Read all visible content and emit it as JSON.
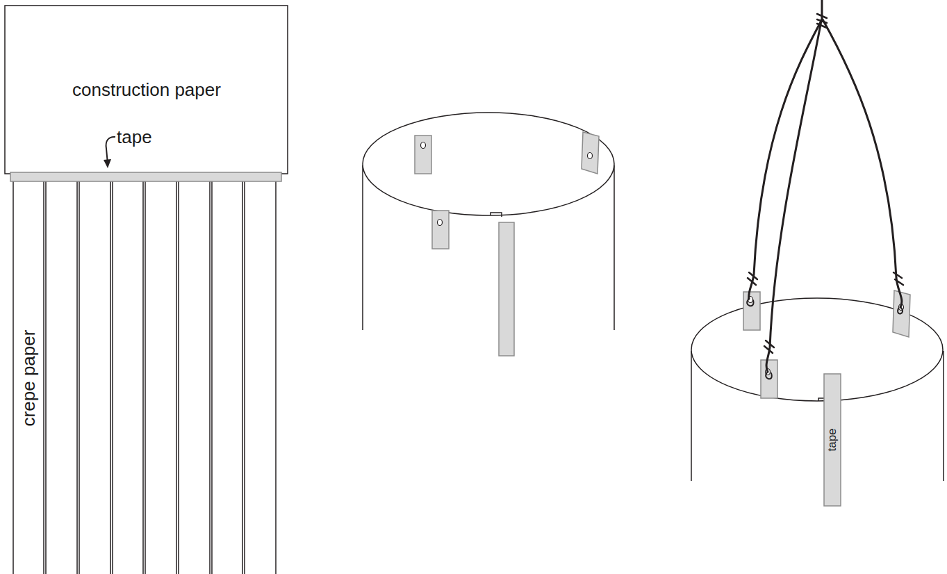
{
  "diagram": {
    "nodes": [
      {
        "text": [
          "construction paper"
        ]
      },
      {
        "text": [
          "crepe paper"
        ]
      },
      {
        "text": [
          "tape"
        ]
      }
    ],
    "labels": [
      "tape"
    ]
  }
}
